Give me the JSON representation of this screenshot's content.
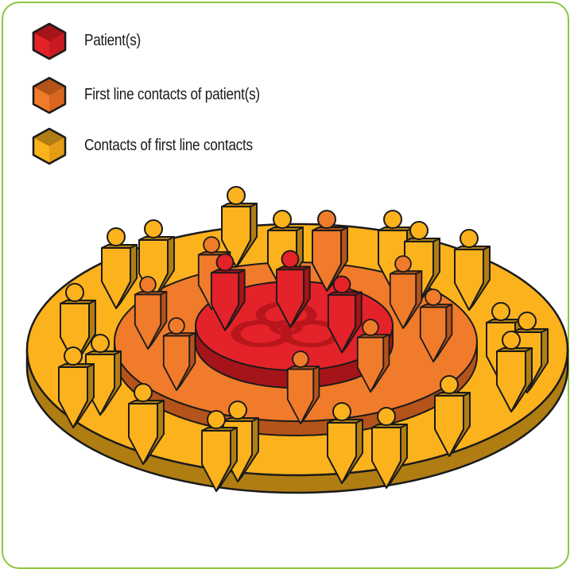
{
  "legend": {
    "patients": {
      "label": "Patient(s)",
      "icon": "red-cube-icon",
      "color": "#e42229"
    },
    "first_line": {
      "label": "First line contacts of patient(s)",
      "icon": "orange-cube-icon",
      "color": "#f07b2a"
    },
    "second_line": {
      "label": "Contacts of first line contacts",
      "icon": "yellow-cube-icon",
      "color": "#fbb21d"
    }
  },
  "colors": {
    "frame": "#8dc63f",
    "outline": "#1a1a1a",
    "red": "#e42229",
    "red_dark": "#a51419",
    "orange": "#f07b2a",
    "orange_dark": "#b4531a",
    "yellow": "#fbb21d",
    "yellow_dark": "#b07d12"
  },
  "center_symbol": "biohazard-icon"
}
